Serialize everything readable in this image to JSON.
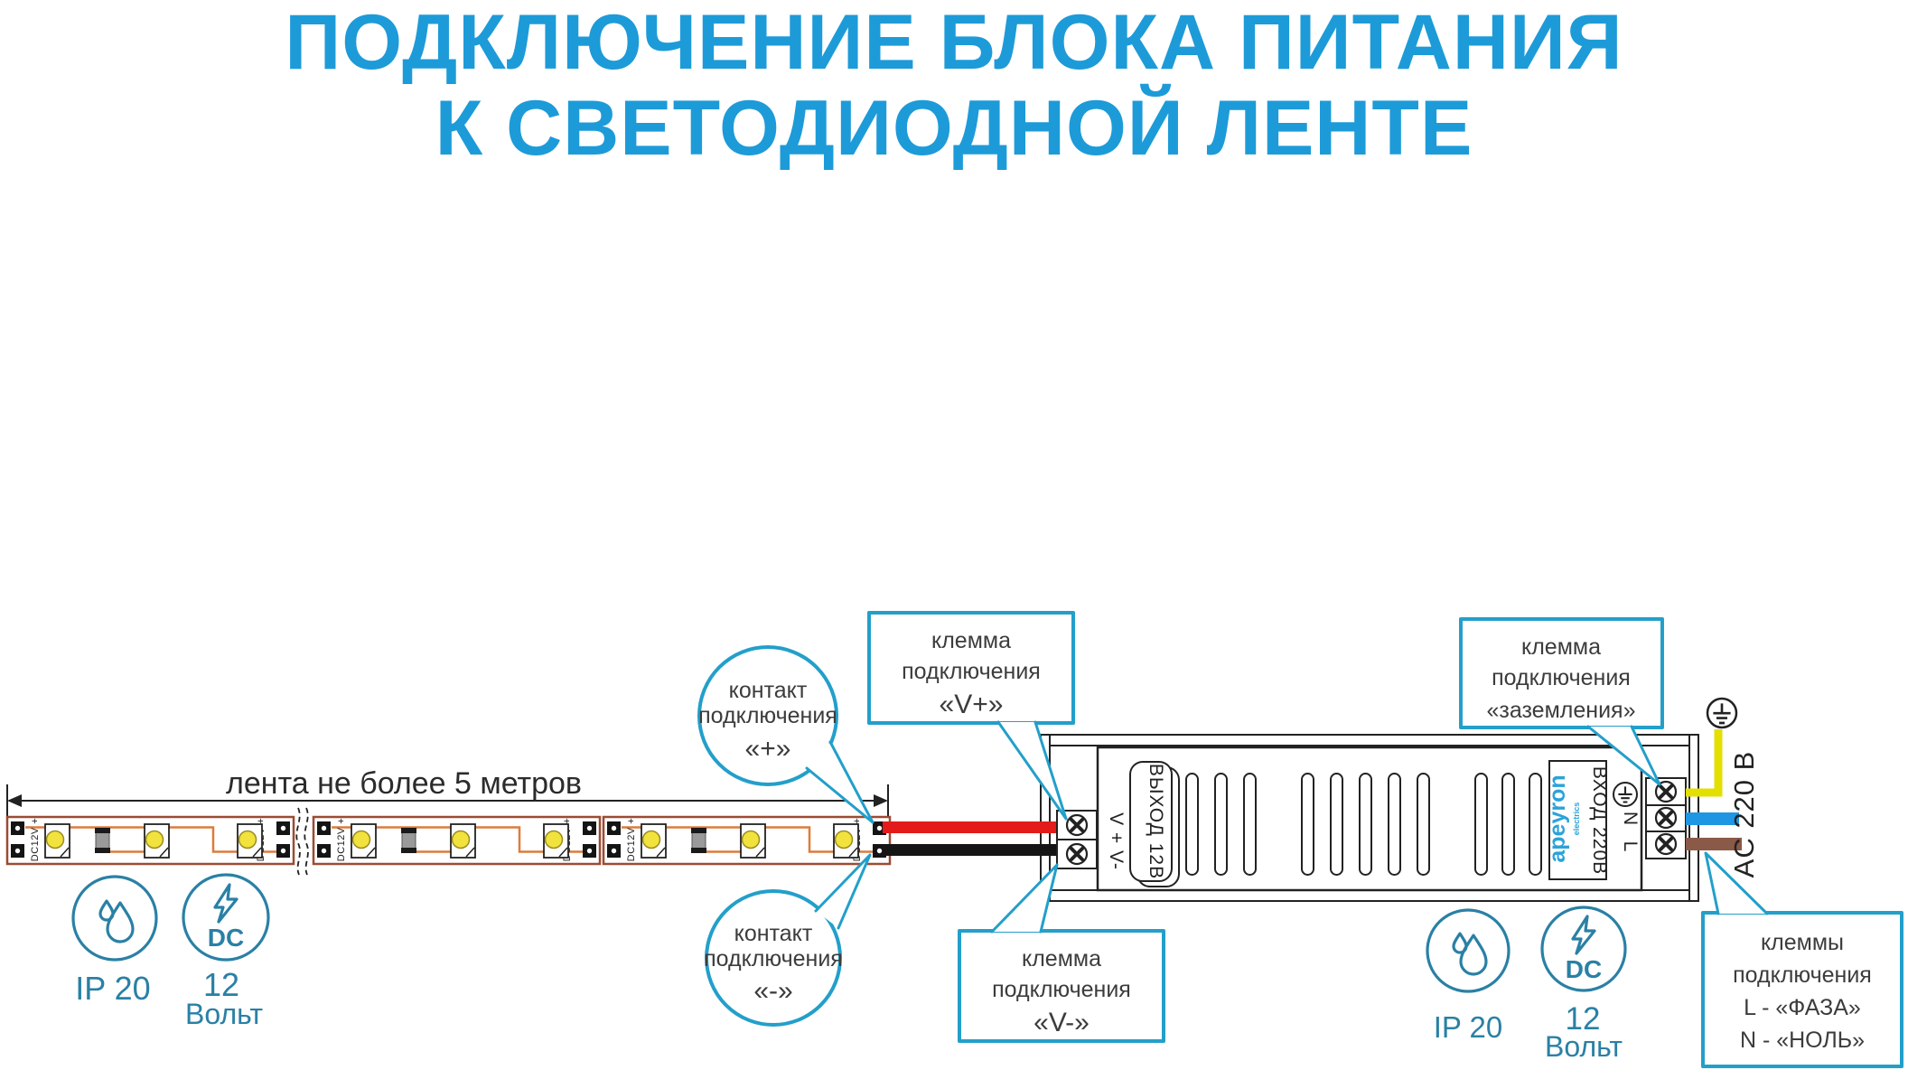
{
  "title": {
    "line1": "ПОДКЛЮЧЕНИЕ БЛОКА ПИТАНИЯ",
    "line2": "К СВЕТОДИОДНОЙ ЛЕНТЕ"
  },
  "colors": {
    "title_blue": "#1d9bd8",
    "callout_stroke": "#239fca",
    "callout_text": "#3c3c3c",
    "icon_teal": "#2a80a5",
    "apeyron_blue": "#2aa3da",
    "strip_border": "#9c4b33",
    "trace_orange": "#dc7c3c",
    "led_yellow": "#f2e23e",
    "wire_red": "#e41b1b",
    "wire_black": "#151515",
    "wire_yellow": "#e3df00",
    "wire_blue": "#1e96e3",
    "wire_brown": "#8b5947"
  },
  "strip": {
    "dimension_label": "лента не более 5 метров",
    "segment_label": "DC12V +"
  },
  "psu": {
    "output_label": "ВЫХОД 12В",
    "input_label": "ВХОД 220В",
    "brand": "apeyron",
    "brand_sub": "electrics",
    "dc_terminals_label": "V + V-",
    "terminal_n": "N",
    "terminal_l": "L",
    "ac_label": "AC 220 В"
  },
  "callouts": {
    "contact_plus": {
      "line1": "контакт",
      "line2": "подключения",
      "line3": "«+»"
    },
    "contact_minus": {
      "line1": "контакт",
      "line2": "подключения",
      "line3": "«-»"
    },
    "terminal_vplus": {
      "line1": "клемма",
      "line2": "подключения",
      "line3": "«V+»"
    },
    "terminal_vminus": {
      "line1": "клемма",
      "line2": "подключения",
      "line3": "«V-»"
    },
    "terminal_ground": {
      "line1": "клемма",
      "line2": "подключения",
      "line3": "«заземления»"
    },
    "terminals_ln": {
      "line1": "клеммы",
      "line2": "подключения",
      "line3": "L - «ФАЗА»",
      "line4": "N - «НОЛЬ»"
    }
  },
  "badges": {
    "ip_rating": "IP 20",
    "dc_label": "DC",
    "voltage_value": "12",
    "voltage_unit": "Вольт"
  }
}
